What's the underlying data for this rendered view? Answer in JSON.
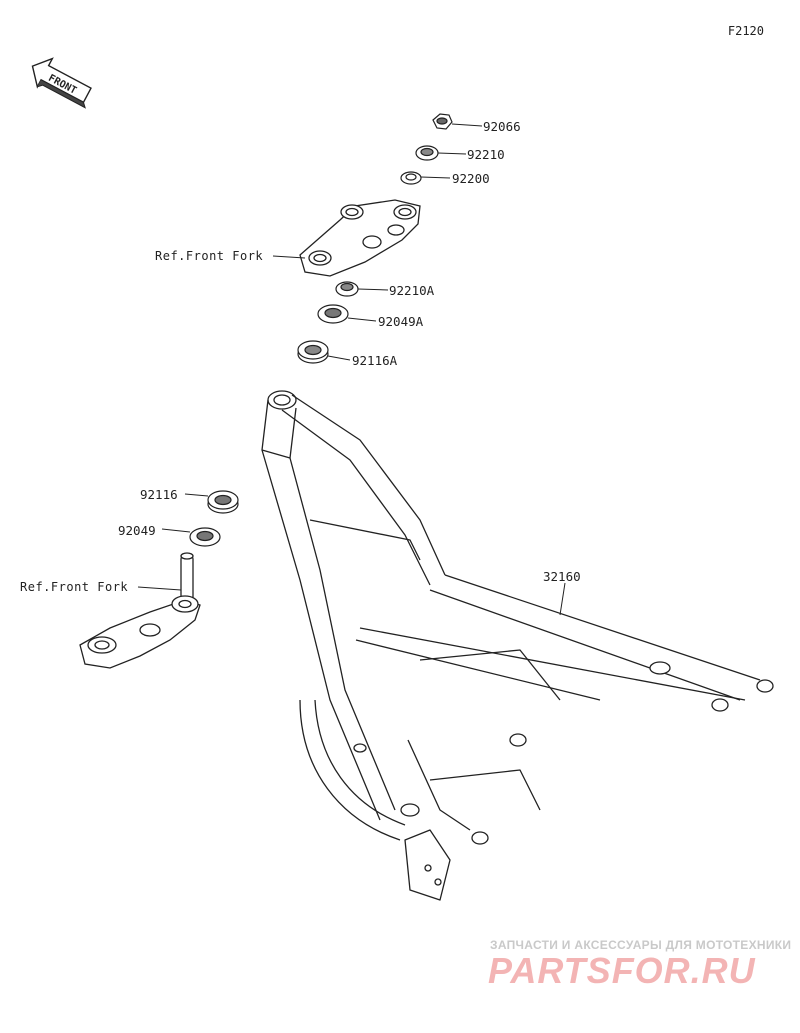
{
  "diagram_code": "F2120",
  "front_label": "FRONT",
  "parts": [
    {
      "number": "92066"
    },
    {
      "number": "92210"
    },
    {
      "number": "92200"
    },
    {
      "number": "92210A"
    },
    {
      "number": "92049A"
    },
    {
      "number": "92116A"
    },
    {
      "number": "92116"
    },
    {
      "number": "92049"
    },
    {
      "number": "32160"
    }
  ],
  "references": [
    {
      "text": "Ref.Front Fork"
    },
    {
      "text": "Ref.Front Fork"
    }
  ],
  "watermark": {
    "tagline": "ЗАПЧАСТИ И АКСЕССУАРЫ ДЛЯ МОТОТЕХНИКИ",
    "brand": "PARTSFOR.RU",
    "brand_color": "#e65a5a"
  }
}
